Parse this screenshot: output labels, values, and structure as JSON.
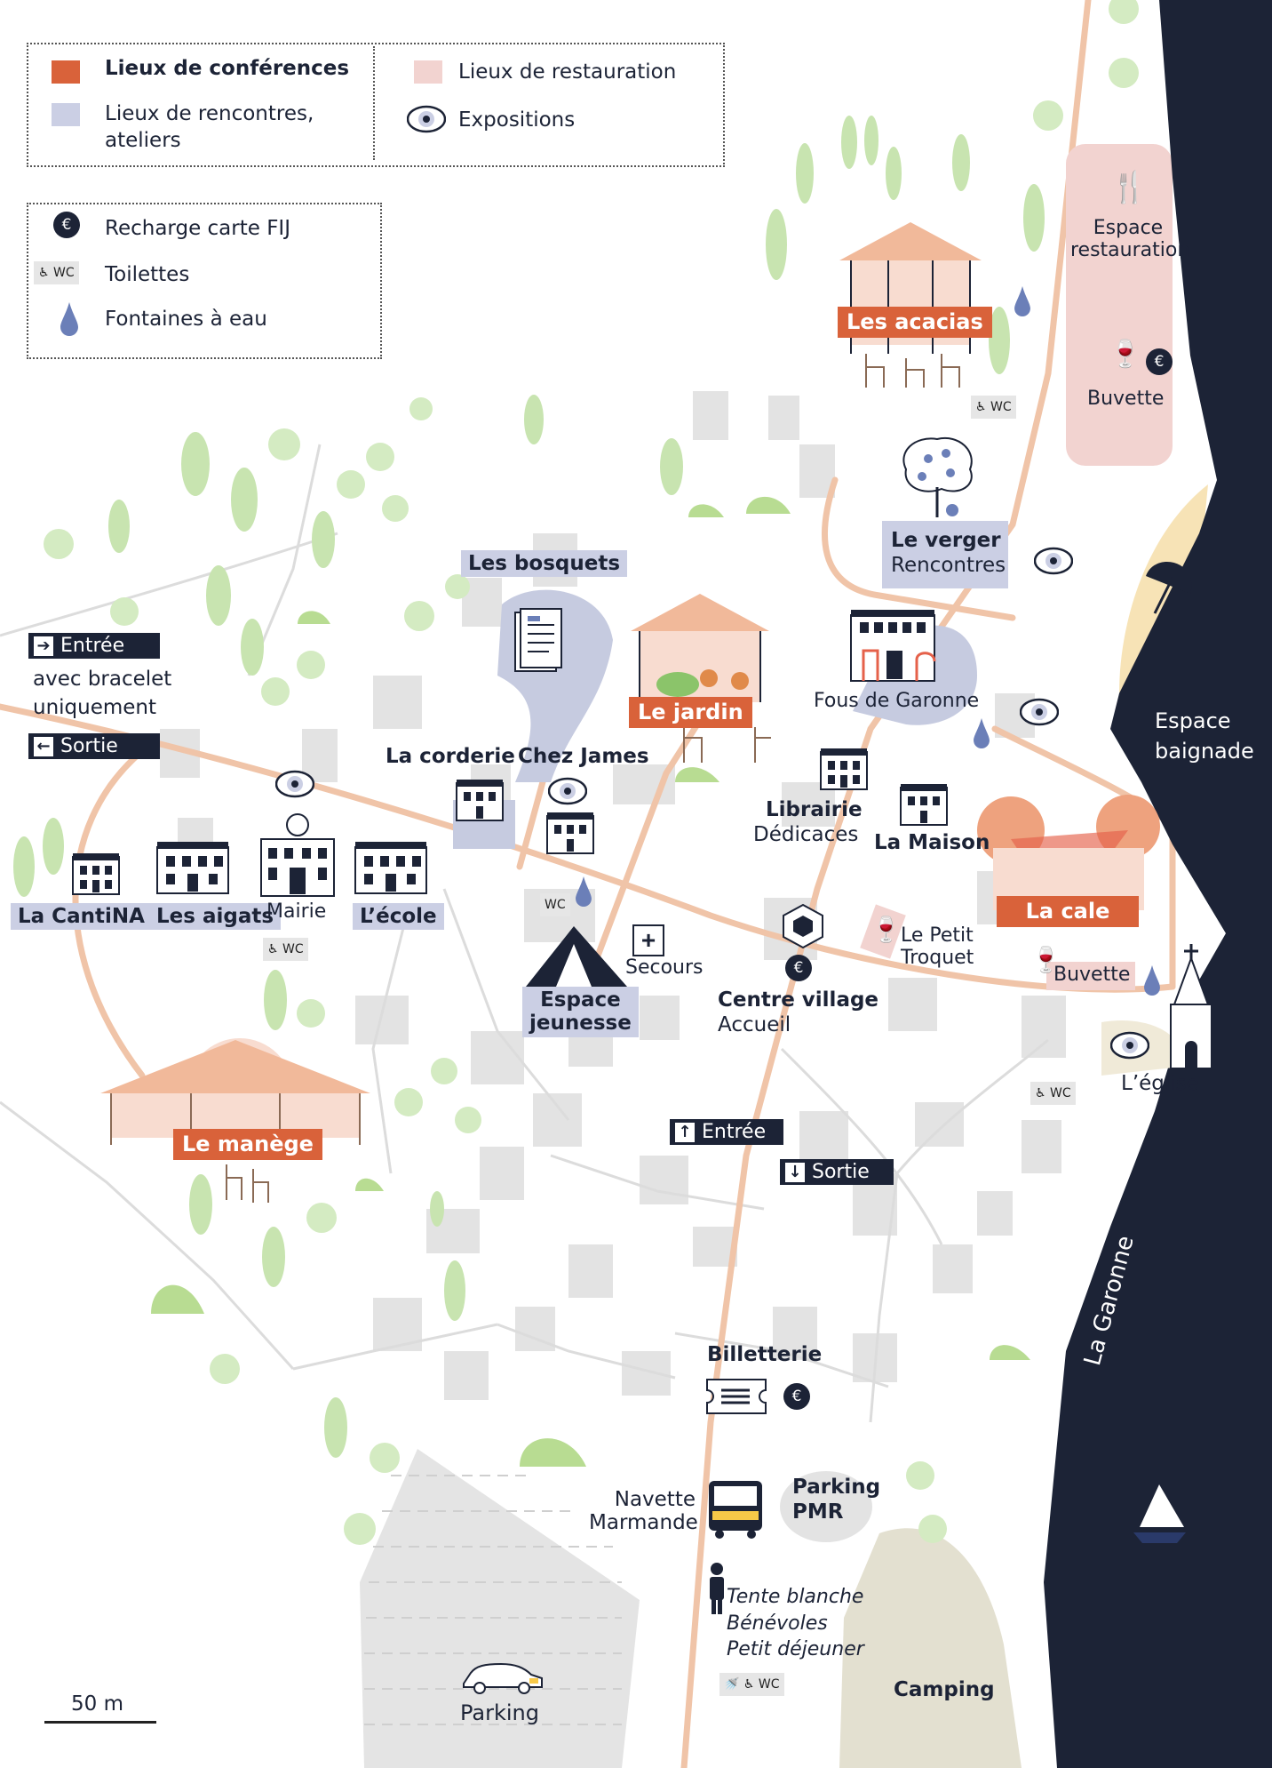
{
  "legend": {
    "conferences": "Lieux de conférences",
    "rencontres": "Lieux de rencontres,\nateliers",
    "restauration": "Lieux de restauration",
    "expositions": "Expositions",
    "recharge": "Recharge carte FIJ",
    "toilettes": "Toilettes",
    "fontaines": "Fontaines à eau",
    "wc_tag": "WC",
    "euro_symbol": "€"
  },
  "colors": {
    "conference": "#d9623a",
    "rencontre": "#cbcfe4",
    "restauration": "#f2d3d0",
    "river": "#1c2336",
    "road": "#f0c4a8",
    "building": "#e3e3e3",
    "tree": "#c8e4b0",
    "beach": "#f7e3b6"
  },
  "places": {
    "acacias": "Les acacias",
    "jardin": "Le jardin",
    "cale": "La cale",
    "manege": "Le manège",
    "bosquets": "Les bosquets",
    "verger": "Le verger",
    "verger_sub": "Rencontres",
    "espace_jeunesse": "Espace\njeunesse",
    "cantina": "La CantiNA",
    "aigats": "Les aigats",
    "ecole": "L’école",
    "mairie": "Mairie",
    "corderie": "La corderie",
    "chez_james": "Chez James",
    "fous": "Fous de Garonne",
    "librairie": "Librairie",
    "librairie_sub": "Dédicaces",
    "maison": "La Maison",
    "petit_troquet": "Le Petit\nTroquet",
    "buvette_bas": "Buvette",
    "buvette_haut": "Buvette",
    "espace_restauration": "Espace\nrestauration",
    "eglise": "L’église",
    "secours": "Secours",
    "centre_village": "Centre village",
    "accueil": "Accueil",
    "espace_baignade": "Espace\nbaignade",
    "garonne": "La Garonne",
    "billetterie": "Billetterie",
    "navette": "Navette\nMarmande",
    "parking_pmr": "Parking\nPMR",
    "tente": "Tente blanche\nBénévoles\nPetit déjeuner",
    "camping": "Camping",
    "parking": "Parking",
    "avec_bracelet": "avec bracelet\nuniquement"
  },
  "signs": {
    "entree_left": "Entrée",
    "sortie_left": "Sortie",
    "entree_center": "Entrée",
    "sortie_center": "Sortie"
  },
  "scale": {
    "label": "50 m"
  }
}
